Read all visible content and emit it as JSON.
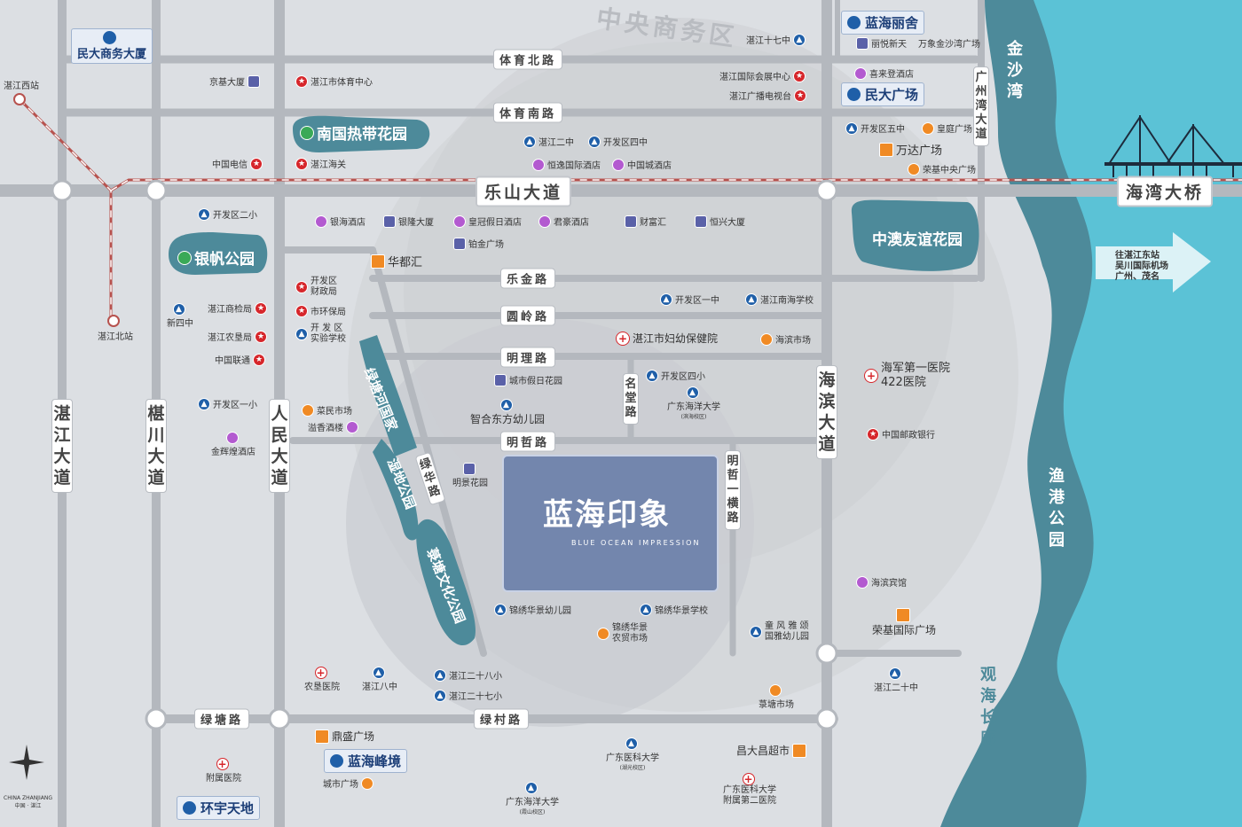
{
  "project": {
    "title": "蓝海印象",
    "subtitle": "BLUE OCEAN IMPRESSION"
  },
  "cbd_label": "中央商务区",
  "roads": {
    "tiyu_bei": "体育北路",
    "tiyu_nan": "体育南路",
    "leshan": "乐山大道",
    "lejin": "乐金路",
    "yuanling": "圆岭路",
    "mingli": "明理路",
    "mingzhe": "明哲路",
    "lvtang": "绿塘路",
    "lvcun": "绿村路",
    "haiwan_bridge": "海湾大桥",
    "zhanjiang_dadao": "湛江大道",
    "chenchuan": "椹川大道",
    "renmin": "人民大道",
    "haibin": "海滨大道",
    "mingtang": "名堂路",
    "mingzhe_heng": "明哲一横路",
    "lvhua": "绿华路",
    "guangzhouwan": "广州湾大道"
  },
  "metro": {
    "west_station": "湛江西站",
    "north_station": "湛江北站"
  },
  "parks": {
    "nanguo": "南国热带花园",
    "yinfan": "银帆公园",
    "zhongao": "中澳友谊花园",
    "jinsha": "金沙湾",
    "yugang": "渔港公园",
    "guanhai": "观海长廊",
    "lvtang_wetland_1": "绿塘河国家",
    "lvtang_wetland_2": "湿地公园",
    "caitang": "菉塘文化公园"
  },
  "badges": {
    "minda_shangwu": "民大商务大厦",
    "lanhai_lishe": "蓝海丽舍",
    "minda_guangchang": "民大广场",
    "lanhai_fengjing": "蓝海峰境",
    "huanyu": "环宇天地"
  },
  "pois": {
    "jingji": "京基大厦",
    "tiyu_center": "湛江市体育中心",
    "dianxin": "中国电信",
    "haiguan": "湛江海关",
    "zhanjiang17": "湛江十七中",
    "huizhan": "湛江国际会展中心",
    "guangbo": "湛江广播电视台",
    "liyue": "丽悦新天",
    "wanxiang": "万象金沙湾广场",
    "xilai": "喜来登酒店",
    "kfq5": "开发区五中",
    "huangguan": "皇庭广场",
    "wanda": "万达广场",
    "rongji_zx": "荣基中央广场",
    "zj2": "湛江二中",
    "kfq4z": "开发区四中",
    "hengyi": "恒逸国际酒店",
    "zhongcheng": "中国城酒店",
    "kfq2x": "开发区二小",
    "yinhai": "银海酒店",
    "yinlong": "银隆大厦",
    "huangguan_jr": "皇冠假日酒店",
    "junhao": "君豪酒店",
    "caifu": "财富汇",
    "hengxing": "恒兴大厦",
    "bojin": "铂金广场",
    "huadu": "华都汇",
    "czj_1": "开发区",
    "czj_2": "财政局",
    "shangjian": "湛江商检局",
    "xinsi": "新四中",
    "huanbao": "市环保局",
    "nongken": "湛江农垦局",
    "shiyan_1": "开 发 区",
    "shiyan_2": "实验学校",
    "liantong": "中国联通",
    "kfq1z": "开发区一中",
    "nanhai_school": "湛江南海学校",
    "fuyou": "湛江市妇幼保健院",
    "haibin_market": "海滨市场",
    "jiari_garden": "城市假日花园",
    "zhihui": "智合东方幼儿园",
    "kfq4x": "开发区四小",
    "guangdong_ocean": "广东海洋大学",
    "ocean_campus": "(滨海校区)",
    "haijun_1": "海军第一医院",
    "haijun_2": "422医院",
    "youzheng": "中国邮政银行",
    "kfq1x": "开发区一小",
    "caimin": "菜民市场",
    "yixiang": "溢香酒楼",
    "jinhuihuang": "金辉煌酒店",
    "mingjing": "明景花园",
    "haibin_hotel": "海滨宾馆",
    "rongji_gj": "荣基国际广场",
    "jxhj_kg": "锦绣华景幼儿园",
    "jxhj_school": "锦绣华景学校",
    "jxhj_m1": "锦绣华景",
    "jxhj_m2": "农贸市场",
    "tongfeng_1": "童 风 雅 颂",
    "tongfeng_2": "国雅幼儿园",
    "nongken_hosp": "农垦医院",
    "zj8": "湛江八中",
    "zj28": "湛江二十八小",
    "zj27": "湛江二十七小",
    "caitang_market": "菉塘市场",
    "zj20": "湛江二十中",
    "dingsheng": "鼎盛广场",
    "chengshi": "城市广场",
    "fushu": "附属医院",
    "gdmu": "广东医科大学",
    "gdmu_c": "(湖光校区)",
    "changda": "昌大昌超市",
    "gdou2": "广东海洋大学",
    "gdou2_c": "(霞山校区)",
    "gdmu_h1": "广东医科大学",
    "gdmu_h2": "附属第二医院"
  },
  "direction": {
    "line1": "往湛江东站",
    "line2": "吴川国际机场",
    "line3": "广州、茂名"
  },
  "compass": {
    "line1": "CHINA ZHANJIANG",
    "line2": "中国 · 湛江"
  },
  "colors": {
    "sea": "#5bc2d6",
    "coast": "#4d8a9a",
    "road": "#b4b8be",
    "rail": "#b7524e",
    "project": "#7386ad"
  }
}
